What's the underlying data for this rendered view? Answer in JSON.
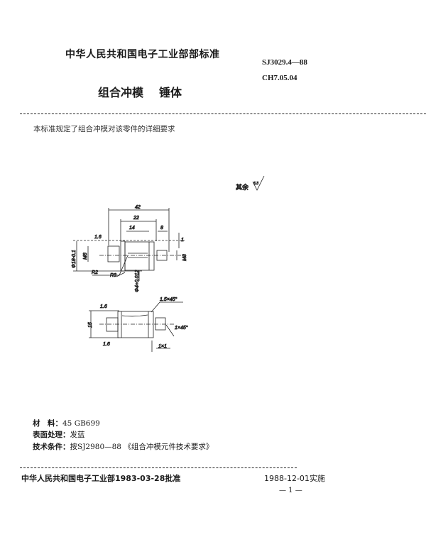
{
  "header": {
    "issuer": "中华人民共和国电子工业部部标准",
    "code_primary": "SJ3029.4—88",
    "code_secondary": "CH7.05.04",
    "title_part1": "组合冲模",
    "title_part2": "锤体"
  },
  "intro": "本标准规定了组合冲模对该零件的详细要求",
  "drawing": {
    "roughness_note": "其余",
    "roughness_value": "6.3",
    "dims": {
      "overall_length": "42",
      "body_length": "22",
      "sub_length": "14",
      "right_length": "8",
      "small_step": "1",
      "diameter": "Φ18-0.1",
      "thread_left": "M8",
      "thread_right": "M8",
      "radius1": "R2",
      "radius2": "R3",
      "hole": "Φ4+0.012",
      "roughness1": "1.6",
      "roughness2": "1.6",
      "roughness3": "1.6",
      "height": "15",
      "chamfer1": "1.5×45°",
      "chamfer2": "1×45°",
      "undercut": "1×1"
    }
  },
  "specs": {
    "material_label": "材　料：",
    "material_value": "45  GB699",
    "surface_label": "表面处理：",
    "surface_value": "发蓝",
    "tech_label": "技术条件：",
    "tech_value": "按SJ2980—88 《组合冲模元件技术要求》"
  },
  "footer": {
    "approval": "中华人民共和国电子工业部1983-03-28批准",
    "effective": "1988-12-01实施",
    "page": "— 1 —"
  }
}
